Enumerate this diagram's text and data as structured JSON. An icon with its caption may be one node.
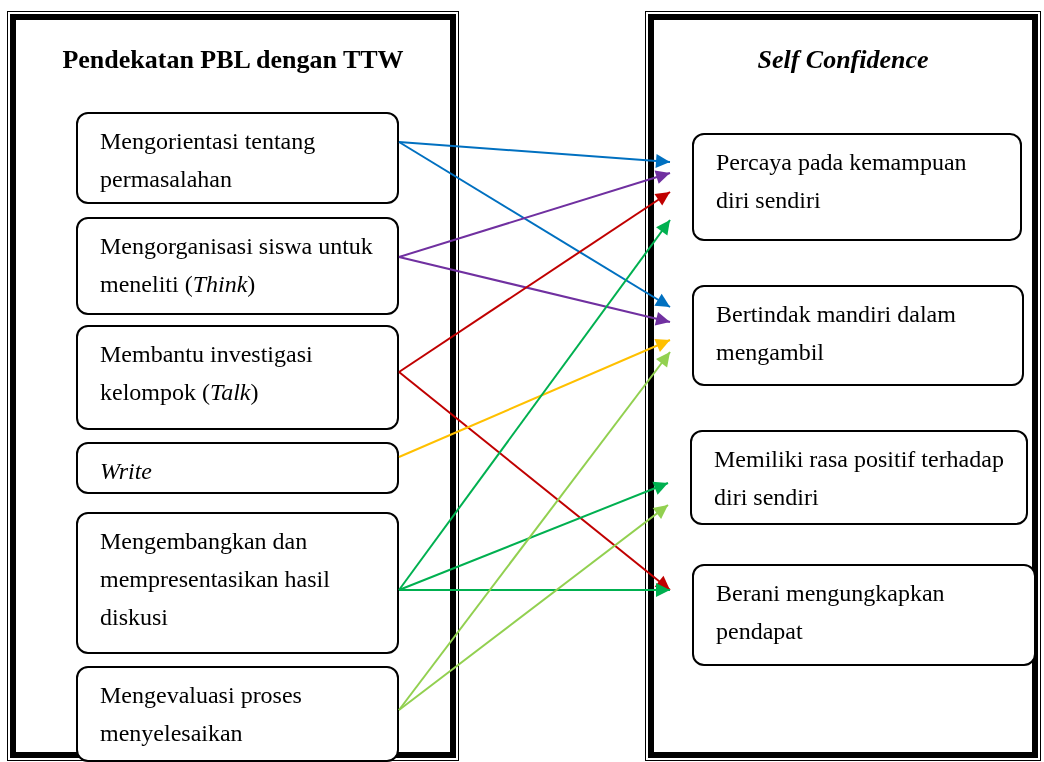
{
  "diagram": {
    "nodes": [
      {
        "text": [
          "Pendekatan PBL dengan TTW"
        ]
      },
      {
        "text": [
          "Mengorientasi tentang permasalahan"
        ],
        "in": 0
      },
      {
        "text": [
          "Mengorganisasi siswa untuk meneliti (*Think*)"
        ],
        "in": 0
      },
      {
        "text": [
          "Membantu investigasi kelompok (*Talk*)"
        ],
        "in": 0
      },
      {
        "text": [
          "Write"
        ],
        "in": 0
      },
      {
        "text": [
          "Mengembangkan dan mempresentasikan hasil diskusi"
        ],
        "in": 0
      },
      {
        "text": [
          "Mengevaluasi proses menyelesaikan"
        ],
        "in": 0
      },
      {
        "text": [
          "Self Confidence"
        ]
      },
      {
        "text": [
          "Percaya pada kemampuan diri sendiri"
        ],
        "in": 7
      },
      {
        "text": [
          "Bertindak mandiri dalam mengambil"
        ],
        "in": 7
      },
      {
        "text": [
          "Memiliki rasa positif terhadap diri sendiri"
        ],
        "in": 7
      },
      {
        "text": [
          "Berani mengungkapkan pendapat"
        ],
        "in": 7
      }
    ],
    "edges": [
      {
        "from": 1,
        "to": 8,
        "arrow": "to",
        "color": "#0070c0"
      },
      {
        "from": 1,
        "to": 9,
        "arrow": "to",
        "color": "#0070c0"
      },
      {
        "from": 2,
        "to": 8,
        "arrow": "to",
        "color": "#7030a0"
      },
      {
        "from": 2,
        "to": 9,
        "arrow": "to",
        "color": "#7030a0"
      },
      {
        "from": 3,
        "to": 8,
        "arrow": "to",
        "color": "#c00000"
      },
      {
        "from": 3,
        "to": 11,
        "arrow": "to",
        "color": "#c00000"
      },
      {
        "from": 4,
        "to": 9,
        "arrow": "to",
        "color": "#ffc000"
      },
      {
        "from": 5,
        "to": 8,
        "arrow": "to",
        "color": "#00b050"
      },
      {
        "from": 5,
        "to": 10,
        "arrow": "to",
        "color": "#00b050"
      },
      {
        "from": 5,
        "to": 11,
        "arrow": "to",
        "color": "#00b050"
      },
      {
        "from": 6,
        "to": 9,
        "arrow": "to",
        "color": "#92d050"
      },
      {
        "from": 6,
        "to": 10,
        "arrow": "to",
        "color": "#92d050"
      }
    ]
  }
}
